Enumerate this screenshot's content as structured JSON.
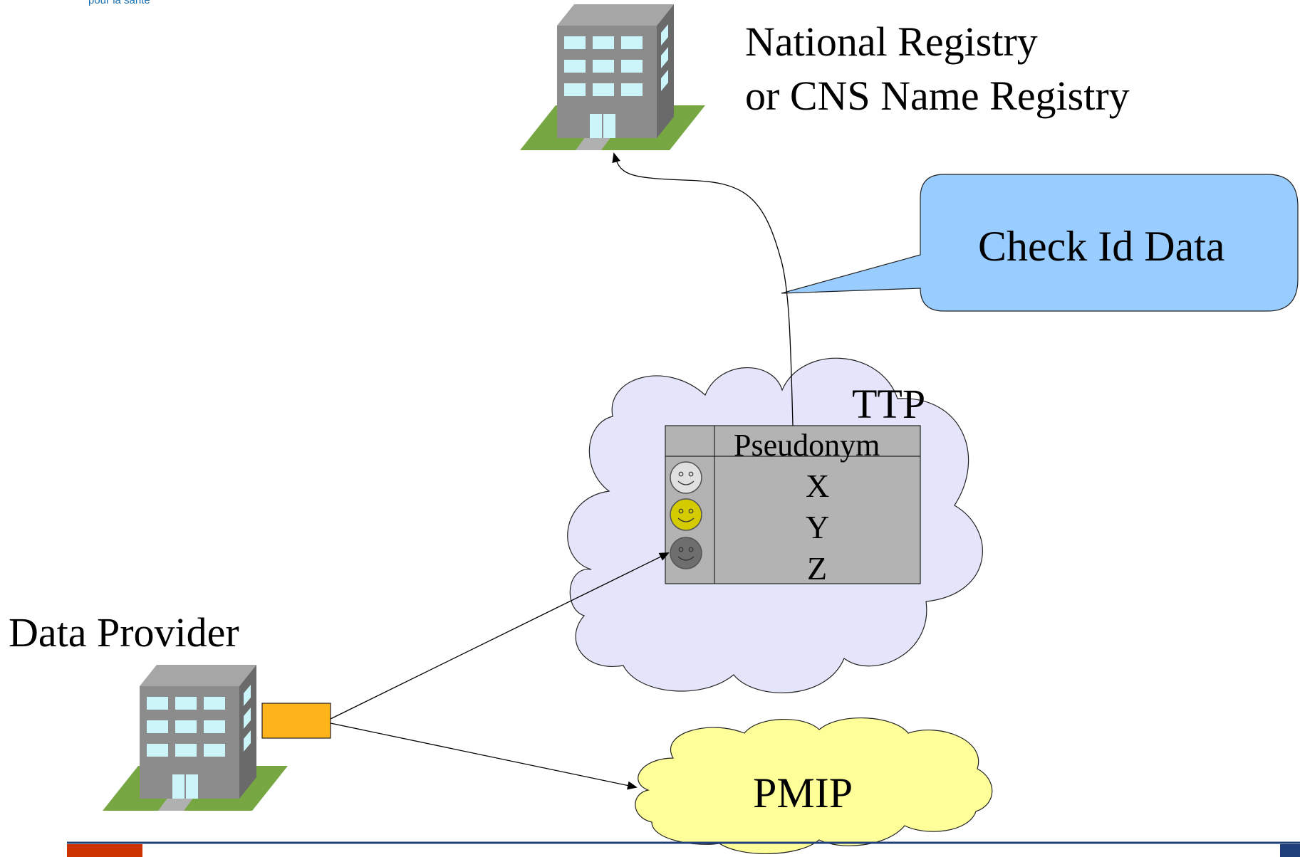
{
  "logo": {
    "text": "pour la santé"
  },
  "national_registry": {
    "line1": "National Registry",
    "line2": "or CNS Name Registry"
  },
  "callout": {
    "text": "Check Id Data"
  },
  "ttp": {
    "label": "TTP",
    "table": {
      "header": "Pseudonym",
      "rows": [
        {
          "person_icon": "smiley-face-icon",
          "face_color": "#e0e0e0",
          "pseudonym": "X"
        },
        {
          "person_icon": "smiley-face-icon",
          "face_color": "#d4cc00",
          "pseudonym": "Y"
        },
        {
          "person_icon": "smiley-face-icon",
          "face_color": "#6e6e6e",
          "pseudonym": "Z"
        }
      ]
    }
  },
  "data_provider": {
    "label": "Data Provider"
  },
  "pmip": {
    "label": "PMIP"
  },
  "colors": {
    "ttp_cloud": "#e4e4fa",
    "pmip_cloud": "#ffff99",
    "callout": "#99ccff",
    "data_packet": "#ffb31a",
    "building_wall": "#8a8a8a",
    "building_lawn": "#77a743",
    "footer_line": "#1f3f7a",
    "footer_accent": "#cc3300"
  }
}
